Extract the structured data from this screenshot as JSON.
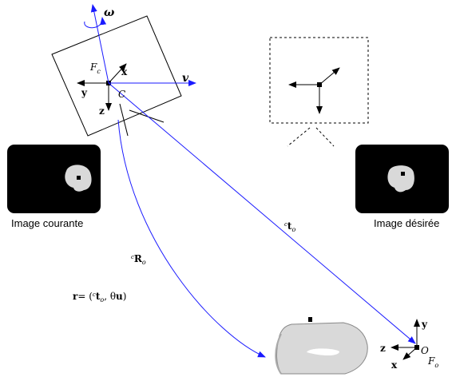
{
  "labels": {
    "image_current": "Image courante",
    "image_desired": "Image désirée",
    "omega": "ω",
    "v": "v",
    "frame_camera": "F",
    "frame_camera_sub": "c",
    "center_camera": "C",
    "axis_x_cam": "x",
    "axis_y_cam": "y",
    "axis_z_cam": "z",
    "rotation_R": "R",
    "rotation_sup": "c",
    "rotation_sub": "o",
    "translation_t": "t",
    "translation_sup": "c",
    "translation_sub": "o",
    "pose_lhs": "r",
    "pose_eq": "= (",
    "pose_t": "t",
    "pose_t_sup": "c",
    "pose_t_sub": "o",
    "pose_comma": ", θ",
    "pose_u": "u",
    "pose_close": ")",
    "axis_y_obj": "y",
    "axis_z_obj": "z",
    "axis_x_obj": "x",
    "origin_obj": "O",
    "frame_obj": "F",
    "frame_obj_sub": "o"
  },
  "colors": {
    "blue": "#1a1aff",
    "black": "#000000",
    "image_bg": "#000000",
    "object_fill": "#d9d9d9"
  }
}
